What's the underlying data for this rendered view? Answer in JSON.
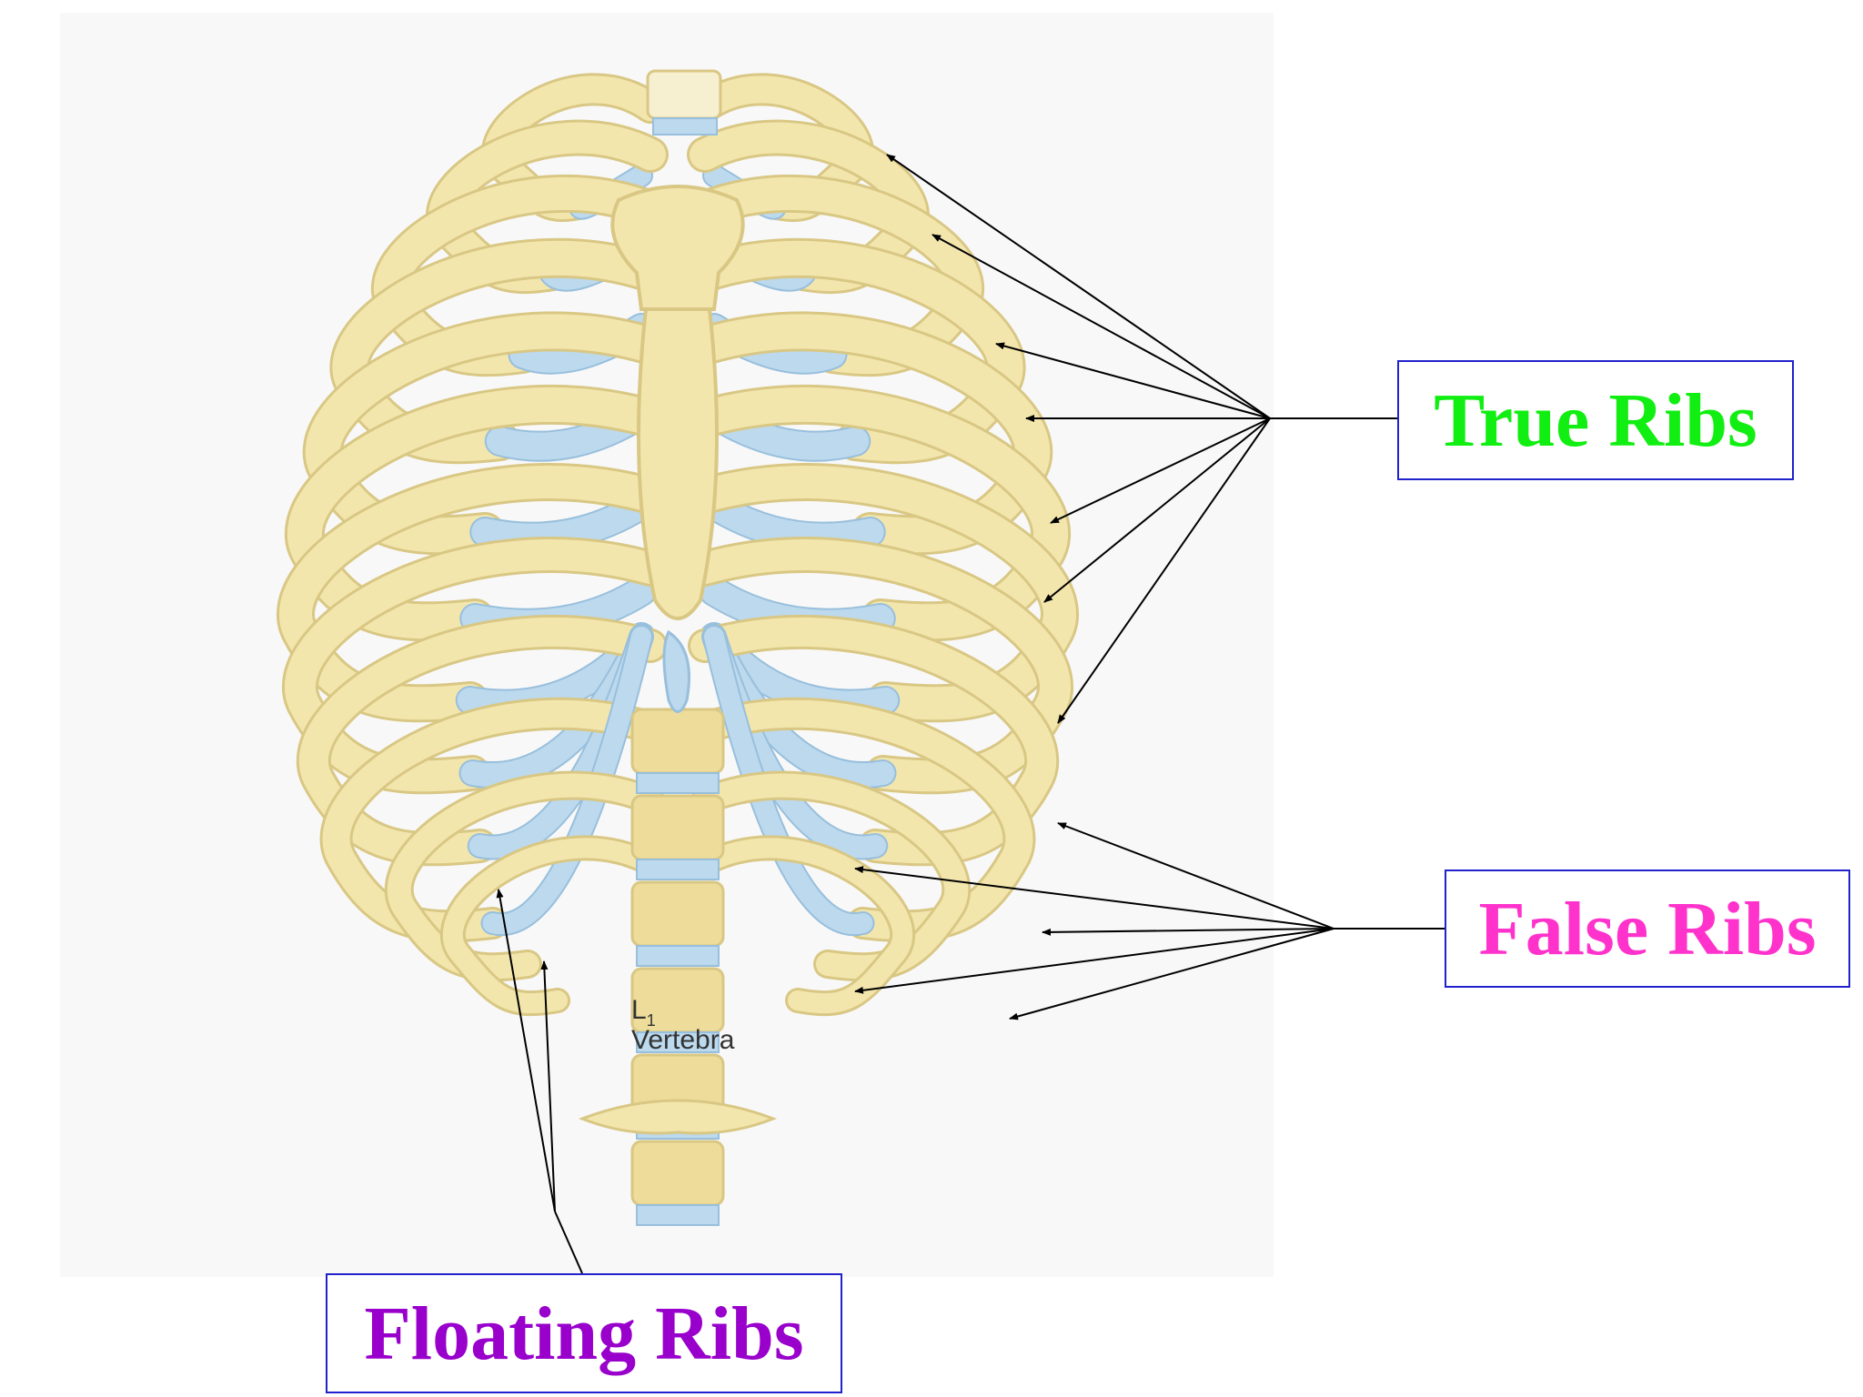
{
  "labels": {
    "true_ribs": "True Ribs",
    "false_ribs": "False Ribs",
    "floating_ribs": "Floating Ribs"
  },
  "vertebra": {
    "letter": "L",
    "number": "1",
    "word": "Vertebra"
  },
  "colors": {
    "true_ribs": "#11ee11",
    "false_ribs": "#ff33cc",
    "floating_ribs": "#9900cc",
    "box_border": "#2222cc",
    "bone": "#f3e6ad",
    "bone_edge": "#d9c784",
    "cartilage": "#bcd9ee",
    "cartilage_edge": "#98bfdc"
  }
}
